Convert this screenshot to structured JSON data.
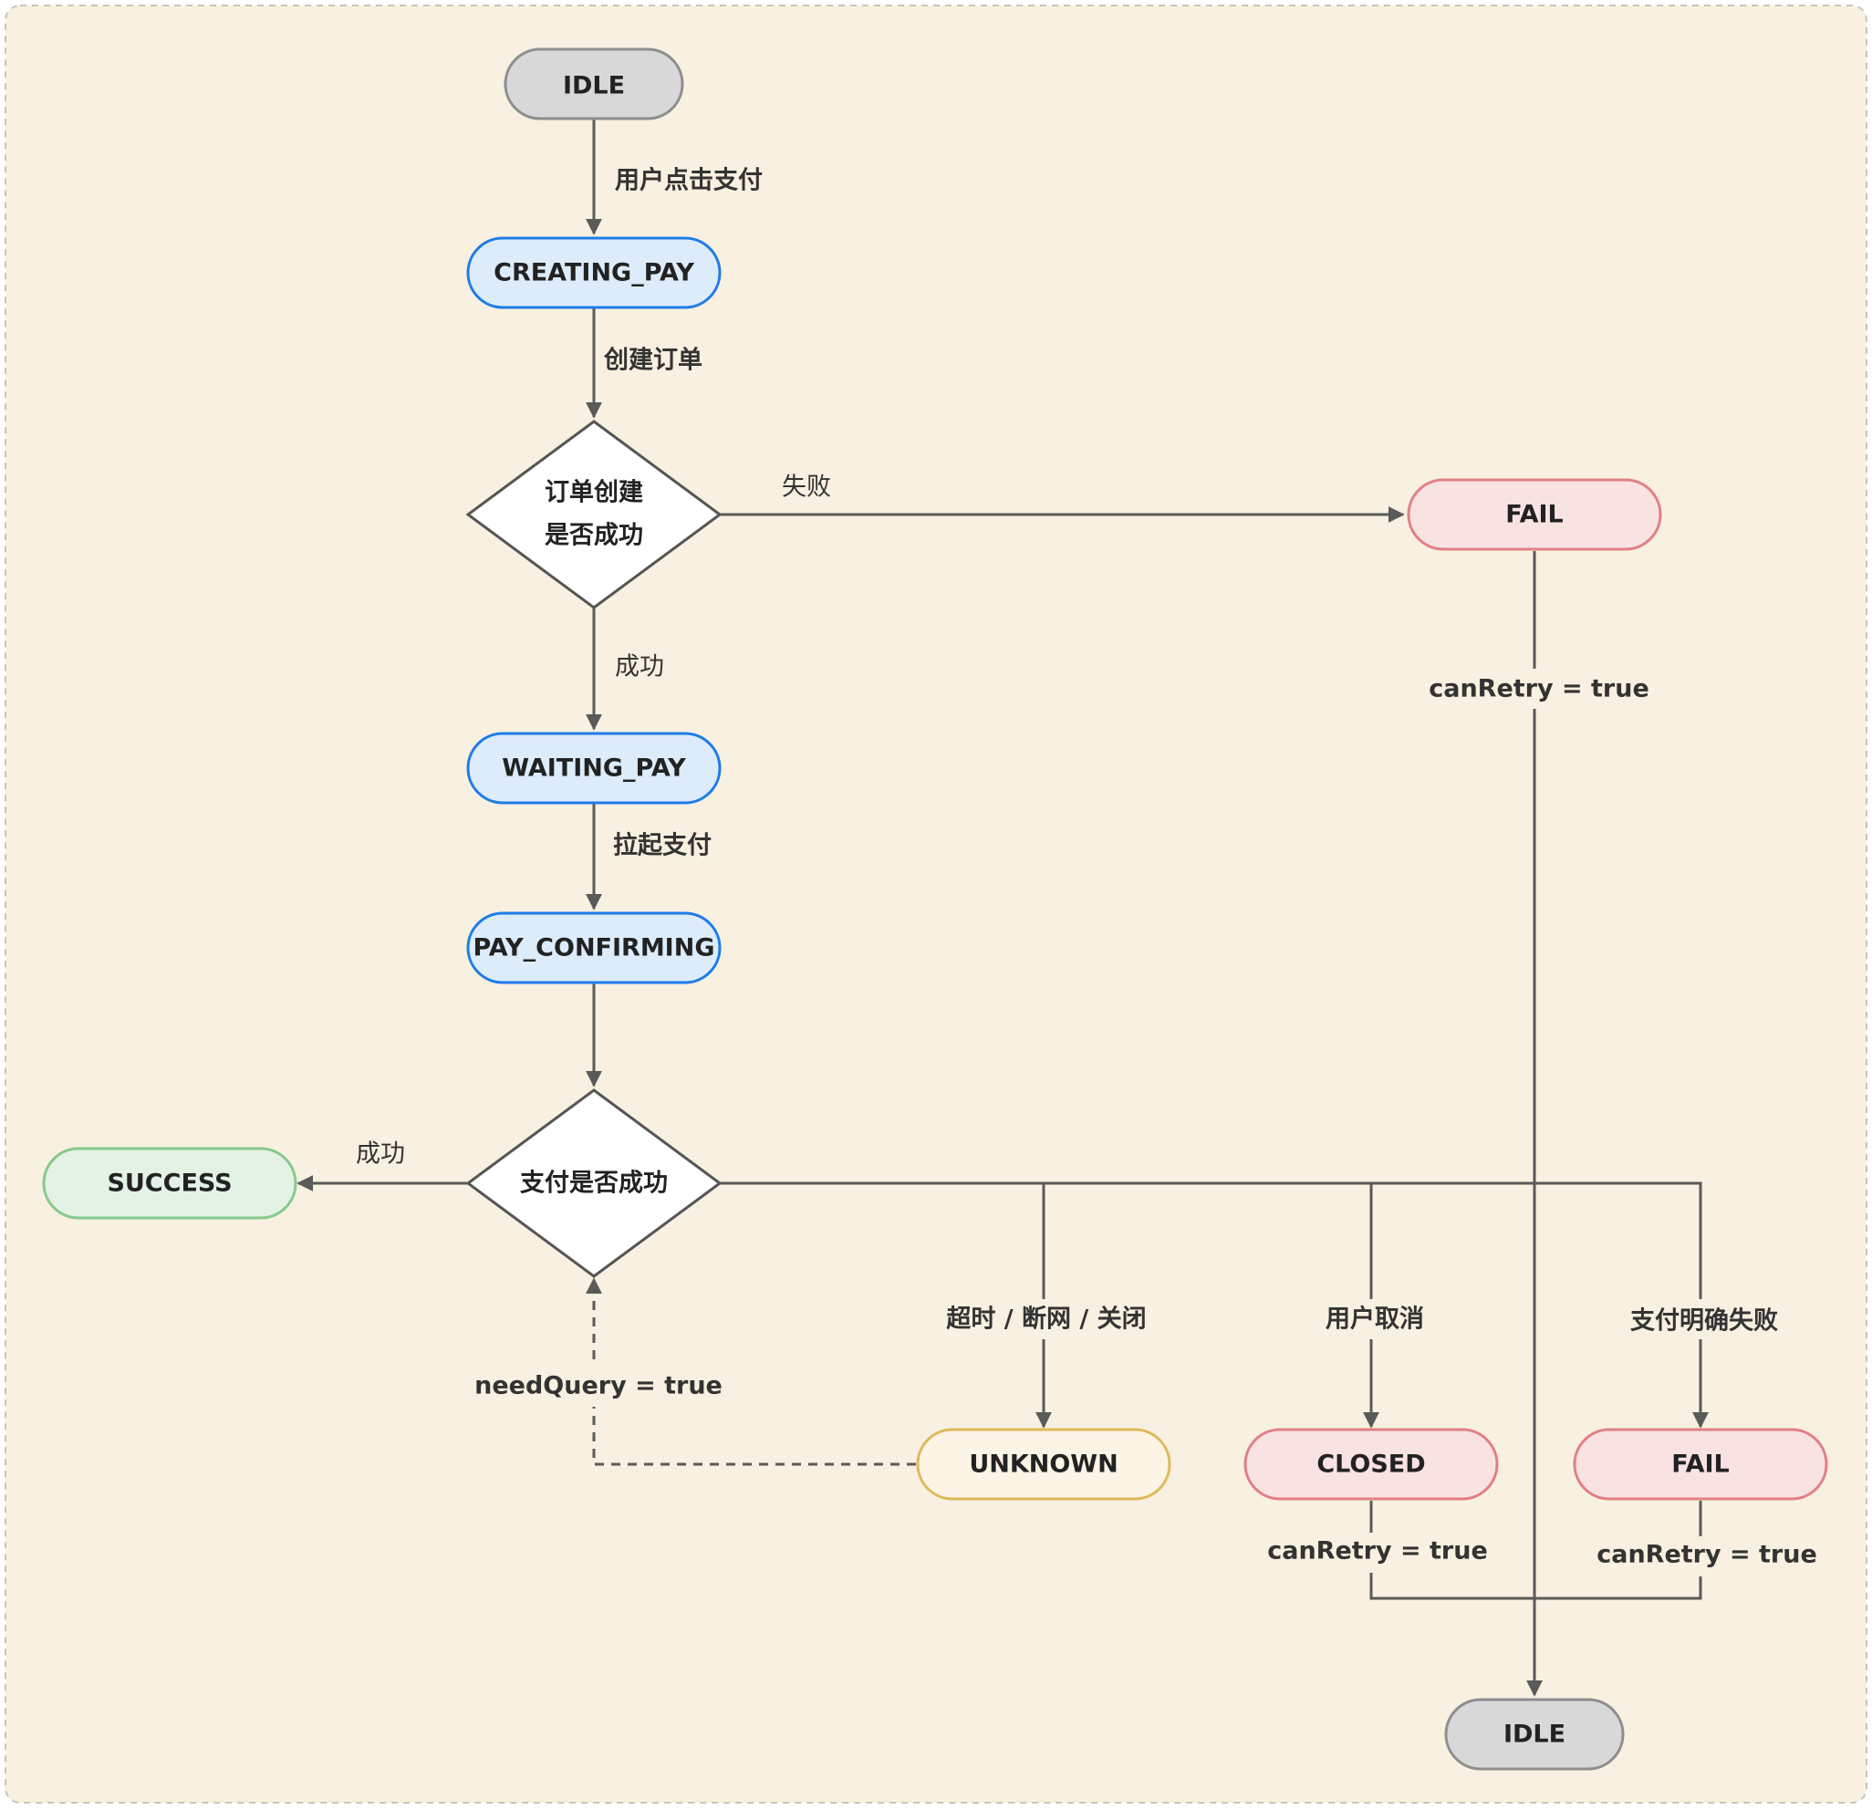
{
  "colors": {
    "background": "#f8f0e0",
    "frame_border": "#c9c5bd",
    "line": "#5a5a5a",
    "grey_fill": "#d8d8d8",
    "grey_stroke": "#8e8e8e",
    "blue_fill": "#dcecfa",
    "blue_stroke": "#1f7ce8",
    "red_fill": "#f8e2e2",
    "red_stroke": "#e17f85",
    "green_fill": "#e3f2e4",
    "green_stroke": "#86c98d",
    "yellow_fill": "#fcf4e4",
    "yellow_stroke": "#e0b95c",
    "diamond_fill": "#ffffff",
    "diamond_stroke": "#555555"
  },
  "states": {
    "idle_top": "IDLE",
    "creating_pay": "CREATING_PAY",
    "waiting_pay": "WAITING_PAY",
    "pay_confirming": "PAY_CONFIRMING",
    "fail_top": "FAIL",
    "success": "SUCCESS",
    "unknown": "UNKNOWN",
    "closed": "CLOSED",
    "fail_bottom": "FAIL",
    "idle_bottom": "IDLE"
  },
  "decisions": {
    "order_created": [
      "订单创建",
      "是否成功"
    ],
    "payment_success": [
      "支付是否成功"
    ]
  },
  "edges": {
    "user_click_pay": "用户点击支付",
    "create_order": "创建订单",
    "order_fail": "失败",
    "order_success": "成功",
    "launch_pay": "拉起支付",
    "pay_success": "成功",
    "timeout_network_close": "超时 / 断网 / 关闭",
    "user_cancel": "用户取消",
    "pay_explicit_fail": "支付明确失败",
    "need_query": "needQuery = true",
    "can_retry_fail_top": "canRetry = true",
    "can_retry_closed": "canRetry = true",
    "can_retry_fail_bottom": "canRetry = true"
  }
}
